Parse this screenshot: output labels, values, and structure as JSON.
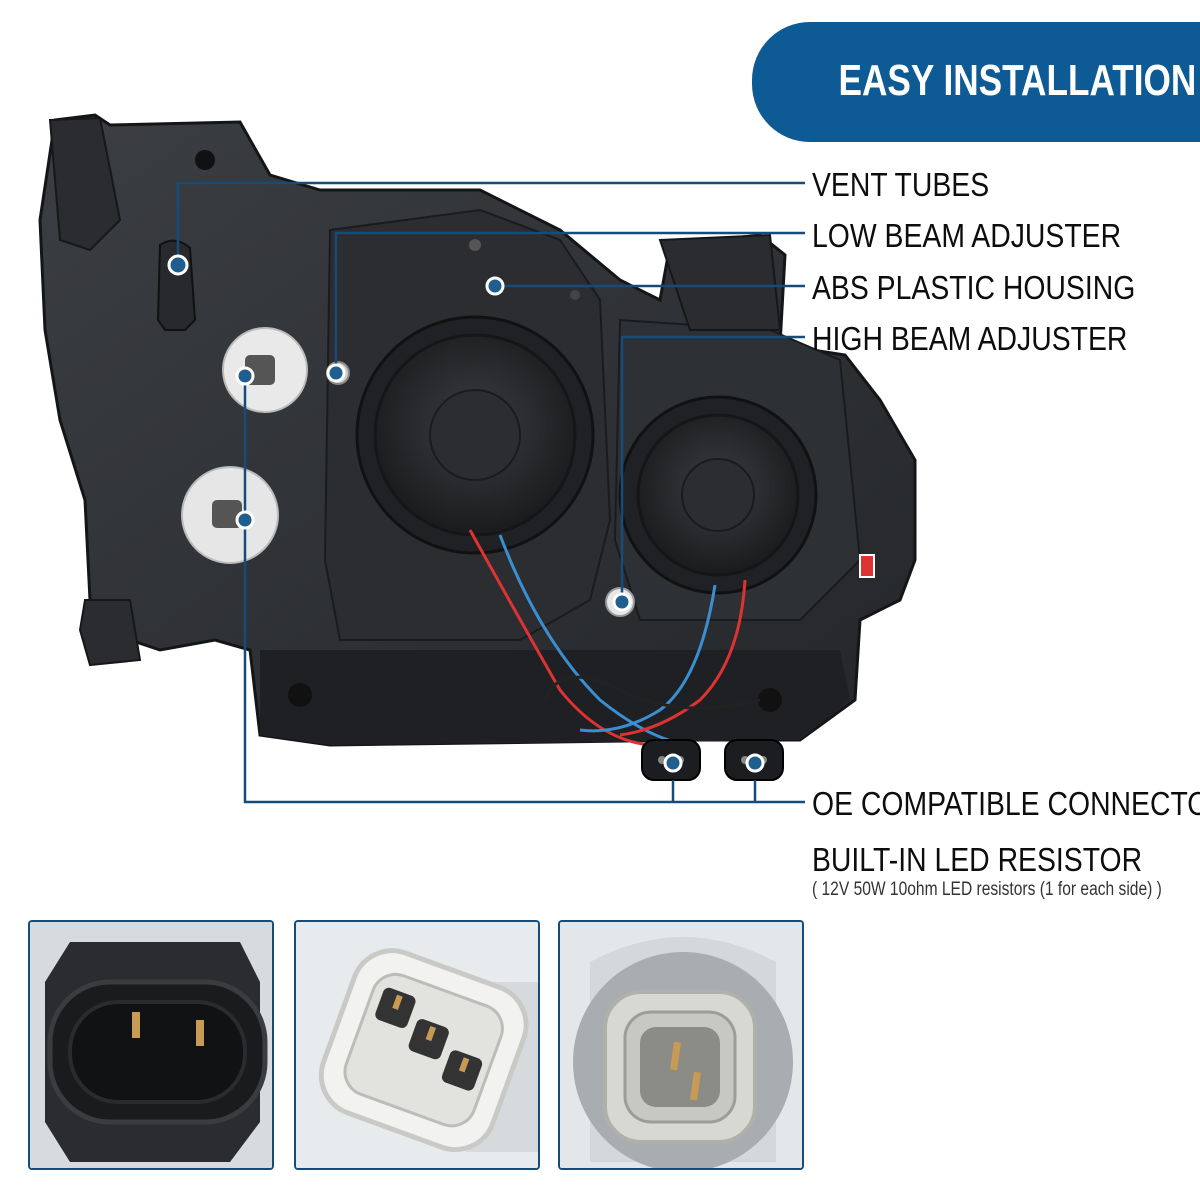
{
  "banner": {
    "title": "EASY INSTALLATION"
  },
  "callouts": [
    {
      "id": "vent-tubes",
      "label": "VENT TUBES"
    },
    {
      "id": "low-beam-adjuster",
      "label": "LOW BEAM ADJUSTER"
    },
    {
      "id": "abs-plastic-housing",
      "label": "ABS PLASTIC HOUSING"
    },
    {
      "id": "high-beam-adjuster",
      "label": "HIGH BEAM ADJUSTER"
    },
    {
      "id": "oe-compatible-connectors",
      "label": "OE COMPATIBLE CONNECTORS"
    },
    {
      "id": "built-in-led-resistor",
      "label": "BUILT-IN LED RESISTOR"
    }
  ],
  "resistor_note": "( 12V 50W 10ohm LED resistors (1 for each side) )",
  "colors": {
    "accent": "#0e5a95",
    "callout_line": "#164c7a",
    "dot": "#1f5e8e"
  }
}
